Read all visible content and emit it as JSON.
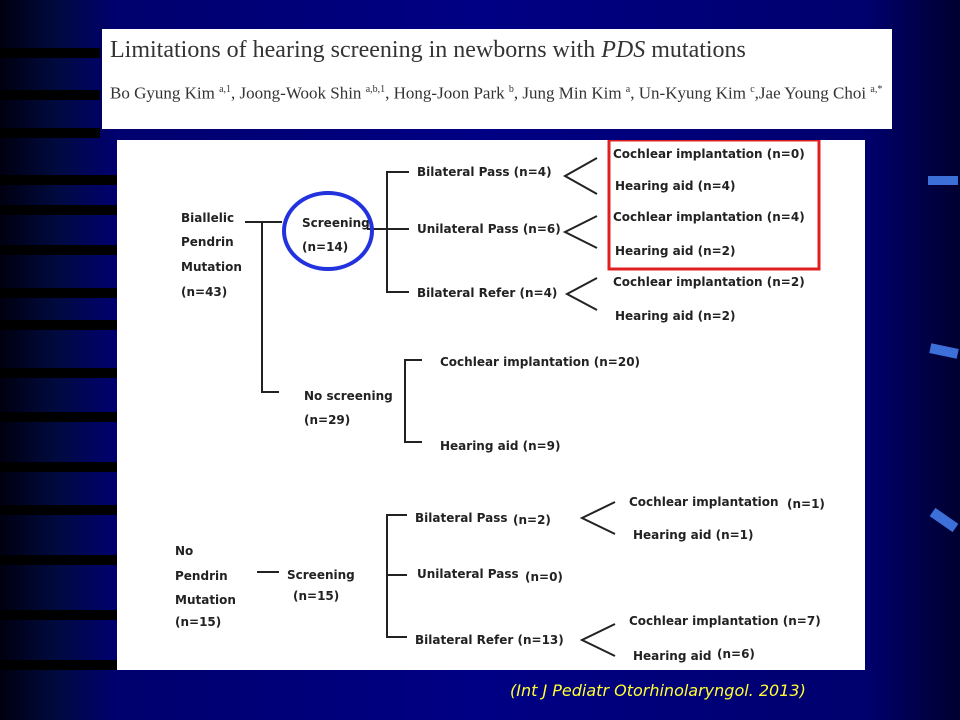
{
  "paper": {
    "title_pre": "Limitations of hearing screening in newborns with ",
    "title_em": "PDS",
    "title_post": " mutations",
    "authors": [
      {
        "name": "Bo Gyung Kim",
        "sup": "a,1",
        "sep": ", "
      },
      {
        "name": "Joong-Wook Shin",
        "sup": "a,b,1",
        "sep": ", "
      },
      {
        "name": "Hong-Joon Park",
        "sup": "b",
        "sep": ", "
      },
      {
        "name": "Jung Min Kim",
        "sup": "a",
        "sep": ", "
      },
      {
        "name": "Un-Kyung Kim",
        "sup": "c",
        "sep": ","
      },
      {
        "name": "Jae Young Choi",
        "sup": "a,*",
        "sep": ""
      }
    ]
  },
  "diagram": {
    "biallelic": {
      "group": [
        "Biallelic",
        "Pendrin",
        "Mutation",
        "(n=43)"
      ],
      "screening": [
        "Screening",
        "(n=14)"
      ],
      "no_screening": [
        "No screening",
        "(n=29)"
      ],
      "bilateral_pass": "Bilateral Pass (n=4)",
      "bp_cochlear": "Cochlear implantation (n=0)",
      "bp_aid": "Hearing aid (n=4)",
      "unilateral_pass": "Unilateral Pass (n=6)",
      "up_cochlear": "Cochlear implantation (n=4)",
      "up_aid": "Hearing aid (n=2)",
      "bilateral_refer": "Bilateral Refer (n=4)",
      "br_cochlear": "Cochlear implantation (n=2)",
      "br_aid": "Hearing aid (n=2)",
      "ns_cochlear": "Cochlear implantation (n=20)",
      "ns_aid": "Hearing aid (n=9)"
    },
    "no_mutation": {
      "group": [
        "No",
        "Pendrin",
        "Mutation",
        "(n=15)"
      ],
      "screening": [
        "Screening",
        "(n=15)"
      ],
      "bilateral_pass": "Bilateral Pass",
      "bilateral_pass_n": "(n=2)",
      "bp_cochlear": "Cochlear implantation",
      "bp_cochlear_n": "(n=1)",
      "bp_aid": "Hearing aid (n=1)",
      "unilateral_pass": "Unilateral Pass",
      "unilateral_pass_n": "(n=0)",
      "bilateral_refer": "Bilateral Refer (n=13)",
      "br_cochlear": "Cochlear implantation (n=7)",
      "br_aid": "Hearing aid",
      "br_aid_n": "(n=6)"
    },
    "colors": {
      "highlight_circle": "#2233dd",
      "highlight_box": "#e02020"
    }
  },
  "citation": "(Int J Pediatr Otorhinolaryngol. 2013)"
}
